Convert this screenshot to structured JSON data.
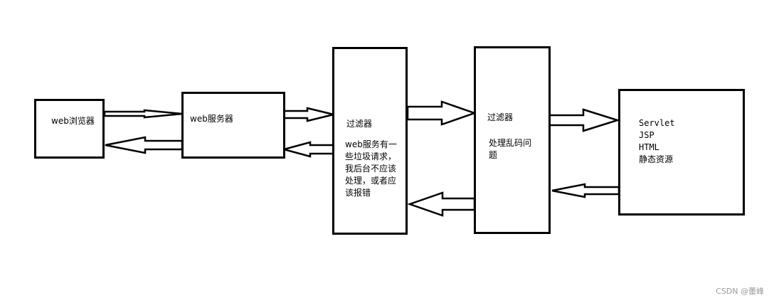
{
  "diagram": {
    "browser_label": "web浏览器",
    "server_label": "web服务器",
    "filter1": {
      "title": "过滤器",
      "desc_lines": [
        "web服务有一",
        "些垃圾请求，",
        "我后台不应该",
        "处理，或者应",
        "该报错"
      ]
    },
    "filter2": {
      "title": "过滤器",
      "desc_lines": [
        "处理乱码问",
        "题"
      ]
    },
    "resources": {
      "lines": [
        "Servlet",
        "JSP",
        "HTML",
        "静态资源"
      ]
    }
  },
  "watermark": "CSDN @蕾峰"
}
